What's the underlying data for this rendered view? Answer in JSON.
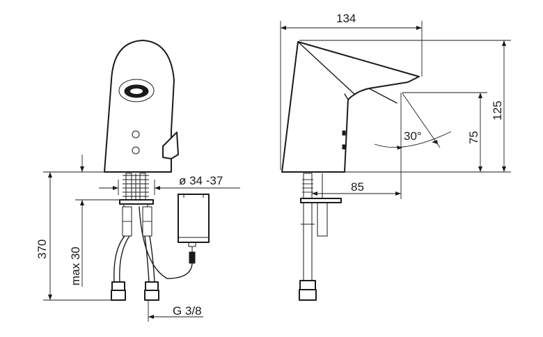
{
  "dimensions": {
    "width_top": "134",
    "height_total": "125",
    "height_spout": "75",
    "reach": "85",
    "angle": "30°",
    "hole_diameter": "ø 34 -37",
    "max_deck": "max 30",
    "hose_length": "370",
    "thread": "G 3/8"
  }
}
